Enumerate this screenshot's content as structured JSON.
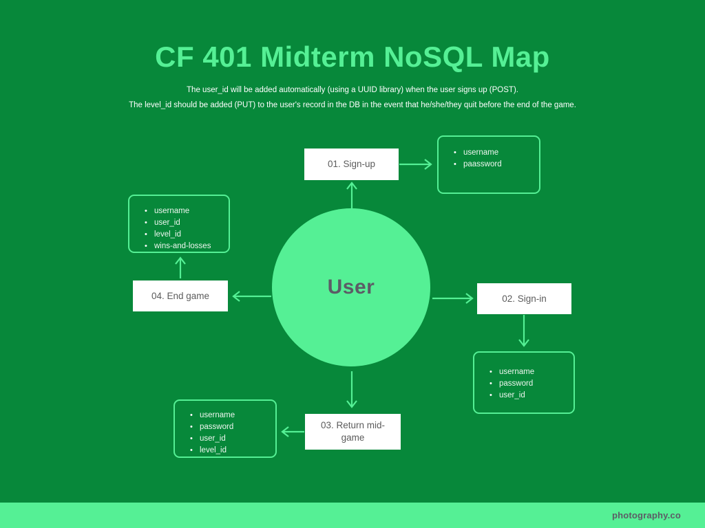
{
  "header": {
    "title": "CF 401 Midterm NoSQL Map",
    "subtitle_line_1": "The user_id will be added automatically (using a UUID library) when the user signs up (POST).",
    "subtitle_line_2": "The level_id should be added (PUT) to the user's record in the DB in the event that he/she/they quit before the end of the game."
  },
  "center": {
    "label": "User"
  },
  "steps": [
    {
      "id": "signup",
      "label": "01. Sign-up"
    },
    {
      "id": "signin",
      "label": "02. Sign-in"
    },
    {
      "id": "midgame",
      "label": "03. Return mid-game"
    },
    {
      "id": "endgame",
      "label": "04. End game"
    }
  ],
  "field_groups": {
    "signup": {
      "fields": [
        "username",
        "paassword"
      ]
    },
    "signin": {
      "fields": [
        "username",
        "password",
        "user_id"
      ]
    },
    "midgame": {
      "fields": [
        "username",
        "password",
        "user_id",
        "level_id"
      ]
    },
    "endgame": {
      "fields": [
        "username",
        "user_id",
        "level_id",
        "wins-and-losses"
      ]
    }
  },
  "footer": {
    "brand": "photography.co"
  },
  "colors": {
    "background": "#07883a",
    "accent_mint": "#55f095",
    "box_white": "#ffffff",
    "box_text": "#5b5b5b",
    "circle_text": "#5c5c66",
    "subtitle_text": "#ffffff"
  }
}
